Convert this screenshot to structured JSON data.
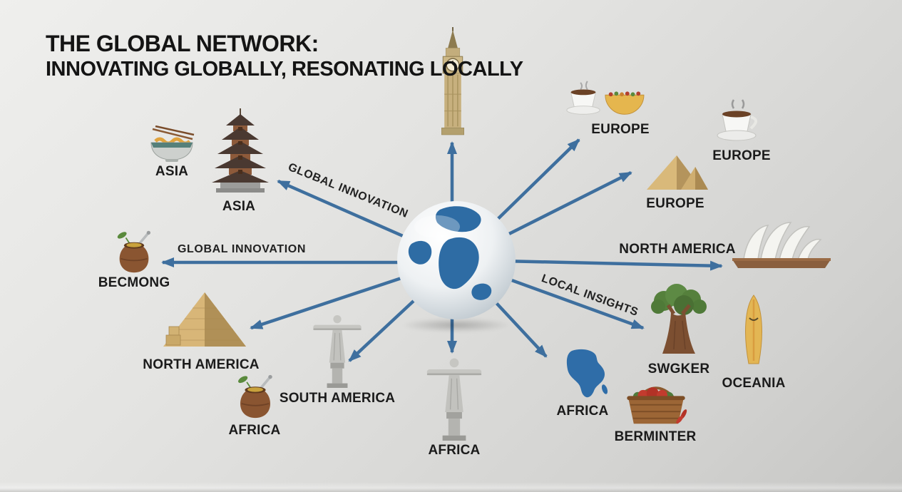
{
  "title": {
    "line1": "THE GLOBAL NETWORK:",
    "line2": "INNOVATING GLOBALLY, RESONATING LOCALLY"
  },
  "arrow_labels": {
    "nw": "GLOBAL INNOVATION",
    "west": "GLOBAL INNOVATION",
    "se": "LOCAL INSIGHTS"
  },
  "nodes": {
    "ramen": {
      "label": "ASIA",
      "icon": "ramen-bowl-icon"
    },
    "pagoda": {
      "label": "ASIA",
      "icon": "pagoda-icon"
    },
    "big_ben": {
      "label": "",
      "icon": "big-ben-icon"
    },
    "coffee_taco": {
      "label": "EUROPE",
      "icon": "coffee-and-taco-icon"
    },
    "coffee": {
      "label": "EUROPE",
      "icon": "coffee-cup-icon"
    },
    "pyramids": {
      "label": "EUROPE",
      "icon": "pyramids-icon"
    },
    "opera_house": {
      "label": "NORTH AMERICA",
      "icon": "opera-house-icon"
    },
    "baobab": {
      "label": "SWGKER",
      "icon": "baobab-tree-icon"
    },
    "surfboard": {
      "label": "OCEANIA",
      "icon": "surfboard-icon"
    },
    "africa_map": {
      "label": "AFRICA",
      "icon": "africa-map-icon"
    },
    "basket": {
      "label": "BERMINTER",
      "icon": "food-basket-icon"
    },
    "christ_s": {
      "label": "AFRICA",
      "icon": "christ-statue-icon"
    },
    "christ_sw": {
      "label": "SOUTH AMERICA",
      "icon": "christ-statue-icon"
    },
    "pyramid_sw": {
      "label": "NORTH AMERICA",
      "icon": "pyramid-icon"
    },
    "mate_sw": {
      "label": "AFRICA",
      "icon": "mate-gourd-icon"
    },
    "mate_w": {
      "label": "BECMONG",
      "icon": "mate-gourd-icon"
    }
  },
  "colors": {
    "background": "#dcdcda",
    "arrow": "#3e6f9e",
    "text": "#1b1b1b",
    "globe_land": "#2e6ca4",
    "globe_ocean": "#f4f6f7",
    "landmark_tan": "#d8b678",
    "statue_gray": "#c2c2be",
    "tree_green": "#55803c",
    "gourd_brown": "#8a5531"
  }
}
